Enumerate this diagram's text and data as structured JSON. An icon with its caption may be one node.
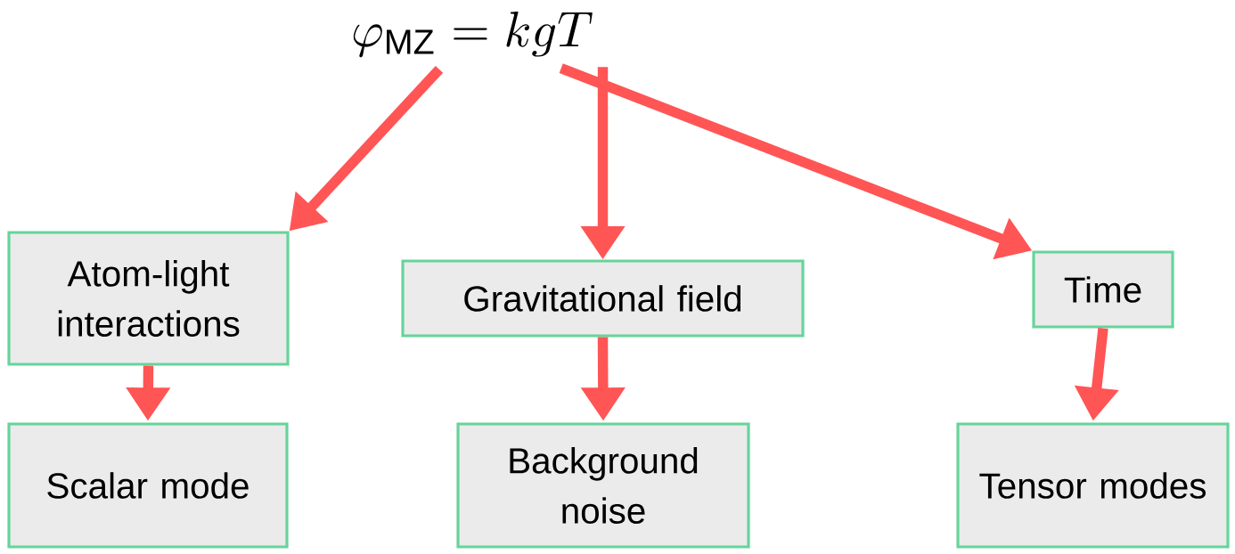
{
  "diagram": {
    "nodes": [
      {
        "text": [
          "\\varphi_{\\mathrm{MZ}} = kgT"
        ]
      },
      {
        "text": [
          "Atom-light interactions"
        ]
      },
      {
        "text": [
          "Gravitational field"
        ]
      },
      {
        "text": [
          "Time"
        ]
      },
      {
        "text": [
          "Scalar mode"
        ]
      },
      {
        "text": [
          "Background noise"
        ]
      },
      {
        "text": [
          "Tensor modes"
        ]
      }
    ],
    "edges": [
      {
        "from": 0,
        "to": 1,
        "arrow": "to"
      },
      {
        "from": 0,
        "to": 2,
        "arrow": "to"
      },
      {
        "from": 0,
        "to": 3,
        "arrow": "to"
      },
      {
        "from": 1,
        "to": 4,
        "arrow": "to"
      },
      {
        "from": 2,
        "to": 5,
        "arrow": "to"
      },
      {
        "from": 3,
        "to": 6,
        "arrow": "to"
      }
    ]
  }
}
